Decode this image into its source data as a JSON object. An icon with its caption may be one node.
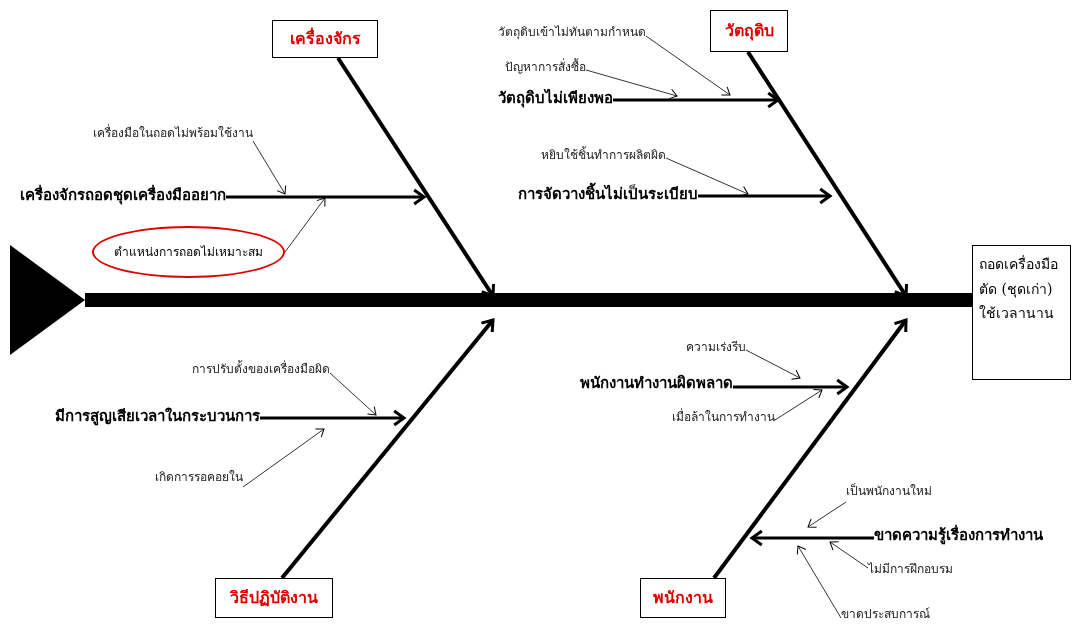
{
  "diagram": {
    "nodes": [
      {
        "text": [
          "เครื่องจักร"
        ]
      },
      {
        "text": [
          "วัตถุดิบ"
        ]
      },
      {
        "text": [
          "ถอดเครื่องมือ ตัด (ชุดเก่า) ใช้เวลานาน"
        ]
      },
      {
        "text": [
          "เครื่องมือในถอดไม่พร้อมใช้งาน"
        ]
      },
      {
        "text": [
          "เครื่องจักรถอดชุดเครื่องมืออยาก"
        ]
      },
      {
        "text": [
          "ตำแหน่งการถอดไม่เหมาะสม"
        ]
      },
      {
        "text": [
          "วัตถุดิบเข้าไม่ทันตามกำหนด"
        ]
      },
      {
        "text": [
          "ปัญหาการสั่งซื้อ"
        ]
      },
      {
        "text": [
          "วัตถุดิบไม่เพียงพอ"
        ]
      },
      {
        "text": [
          "หยิบใช้ชิ้นทำการผลิตผิด"
        ]
      },
      {
        "text": [
          "การจัดวางชิ้นไม่เป็นระเบียบ"
        ]
      },
      {
        "text": [
          "การปรับตั้งของเครื่องมือผิด"
        ]
      },
      {
        "text": [
          "มีการสูญเสียเวลาในกระบวนการ"
        ]
      },
      {
        "text": [
          "เกิดการรอคอยใน"
        ]
      },
      {
        "text": [
          "ความเร่งรีบ"
        ]
      },
      {
        "text": [
          "พนักงานทำงานผิดพลาด"
        ]
      },
      {
        "text": [
          "เมื่อล้าในการทำงาน"
        ]
      },
      {
        "text": [
          "เป็นพนักงานใหม่"
        ]
      },
      {
        "text": [
          "ขาดความรู้เรื่องการทำงาน"
        ]
      },
      {
        "text": [
          "ไม่มีการฝึกอบรม"
        ]
      },
      {
        "text": [
          "ขาดประสบการณ์"
        ]
      },
      {
        "text": [
          "วิธีปฏิบัติงาน"
        ]
      },
      {
        "text": [
          "พนักงาน"
        ]
      },
      {
        "text": [],
        "shape": "triangle"
      }
    ],
    "edges": [
      {
        "from": 23,
        "to": 2,
        "arrow": "to",
        "style": "thick"
      },
      {
        "from": 0,
        "to": null,
        "arrow": "to",
        "style": "thick"
      },
      {
        "from": 1,
        "to": null,
        "arrow": "to",
        "style": "thick"
      },
      {
        "from": 21,
        "to": null,
        "arrow": "to",
        "style": "thick"
      },
      {
        "from": 22,
        "to": null,
        "arrow": "to",
        "style": "thick"
      },
      {
        "from": 4,
        "to": null,
        "arrow": "to",
        "style": "thick"
      },
      {
        "from": 3,
        "to": null,
        "arrow": "to"
      },
      {
        "from": 5,
        "to": null,
        "arrow": "to"
      },
      {
        "from": 8,
        "to": null,
        "arrow": "to",
        "style": "thick"
      },
      {
        "from": 6,
        "to": null,
        "arrow": "to"
      },
      {
        "from": 7,
        "to": null,
        "arrow": "to"
      },
      {
        "from": 10,
        "to": null,
        "arrow": "to",
        "style": "thick"
      },
      {
        "from": 9,
        "to": null,
        "arrow": "to"
      },
      {
        "from": 12,
        "to": null,
        "arrow": "to",
        "style": "thick"
      },
      {
        "from": 11,
        "to": null,
        "arrow": "to"
      },
      {
        "from": 13,
        "to": null,
        "arrow": "to"
      },
      {
        "from": 15,
        "to": null,
        "arrow": "to",
        "style": "thick"
      },
      {
        "from": 14,
        "to": null,
        "arrow": "to"
      },
      {
        "from": 16,
        "to": null,
        "arrow": "to"
      },
      {
        "from": 18,
        "to": null,
        "arrow": "to",
        "style": "thick"
      },
      {
        "from": 17,
        "to": null,
        "arrow": "to"
      },
      {
        "from": 19,
        "to": null,
        "arrow": "to"
      },
      {
        "from": 20,
        "to": null,
        "arrow": "to"
      }
    ]
  }
}
